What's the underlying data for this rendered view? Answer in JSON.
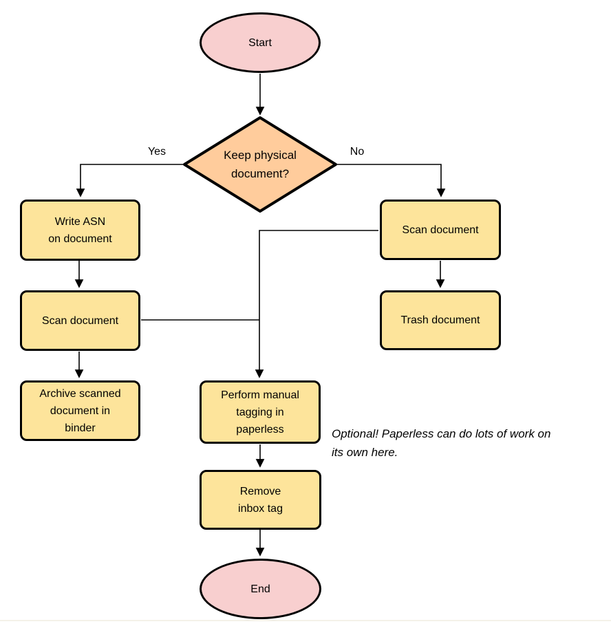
{
  "nodes": {
    "start": {
      "label": "Start"
    },
    "decision": {
      "label": "Keep physical\ndocument?"
    },
    "write_asn": {
      "label": "Write ASN\non document"
    },
    "scan_left": {
      "label": "Scan document"
    },
    "archive": {
      "label": "Archive scanned\ndocument in\nbinder"
    },
    "scan_right": {
      "label": "Scan document"
    },
    "trash": {
      "label": "Trash document"
    },
    "tagging": {
      "label": "Perform manual\ntagging in\npaperless"
    },
    "remove_inbox": {
      "label": "Remove\ninbox tag"
    },
    "end": {
      "label": "End"
    }
  },
  "edge_labels": {
    "yes": "Yes",
    "no": "No"
  },
  "annotation": {
    "text": "Optional! Paperless can do lots of work on\nits own here."
  },
  "colors": {
    "terminal_fill": "#f8cfcf",
    "decision_fill": "#ffcc9c",
    "process_fill": "#fde49b",
    "stroke": "#000000",
    "page_edge": "#f4f1e8"
  }
}
